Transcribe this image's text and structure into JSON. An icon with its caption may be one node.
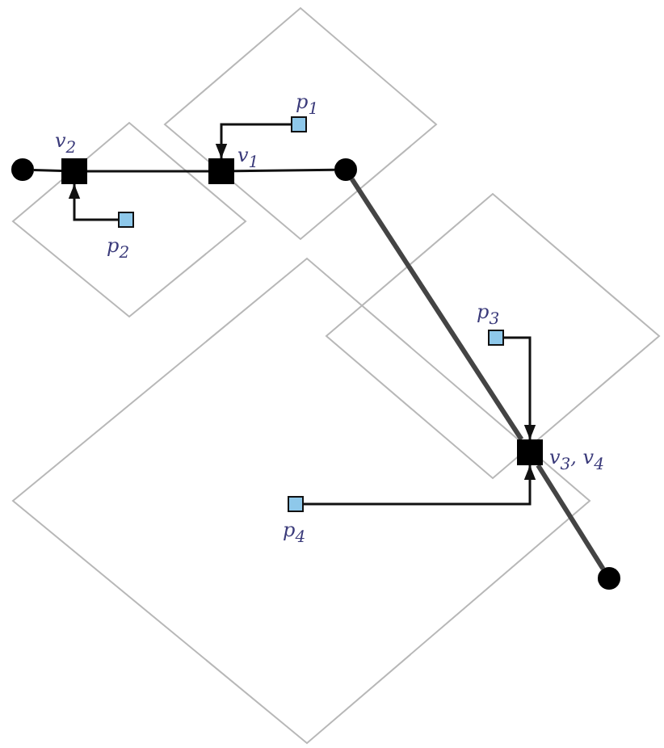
{
  "diagram": {
    "nodes": [
      {
        "text": [
          "p$_{1}$"
        ]
      },
      {
        "text": [],
        "shape": "circle"
      },
      {
        "text": [
          "v$_{2}$"
        ]
      },
      {
        "text": [
          "v$_{1}$"
        ]
      },
      {
        "text": [],
        "shape": "circle"
      },
      {
        "text": [
          "p$_{2}$"
        ]
      },
      {
        "text": [
          "p$_{3}$"
        ]
      },
      {
        "text": [
          "v$_{3}$, v$_{4}$"
        ]
      },
      {
        "text": [
          "p$_{4}$"
        ]
      },
      {
        "text": [],
        "shape": "circle"
      }
    ],
    "edges": [
      {
        "from": 1,
        "to": 2,
        "arrow": "none"
      },
      {
        "from": 2,
        "to": 3,
        "arrow": "none"
      },
      {
        "from": 3,
        "to": 4,
        "arrow": "none"
      },
      {
        "from": 4,
        "to": 7,
        "arrow": "none",
        "style": "thick"
      },
      {
        "from": 7,
        "to": 9,
        "arrow": "none",
        "style": "thick"
      },
      {
        "from": 0,
        "to": 3,
        "arrow": "to"
      },
      {
        "from": 5,
        "to": 2,
        "arrow": "to"
      },
      {
        "from": 6,
        "to": 7,
        "arrow": "to"
      },
      {
        "from": 8,
        "to": 7,
        "arrow": "to"
      }
    ]
  }
}
